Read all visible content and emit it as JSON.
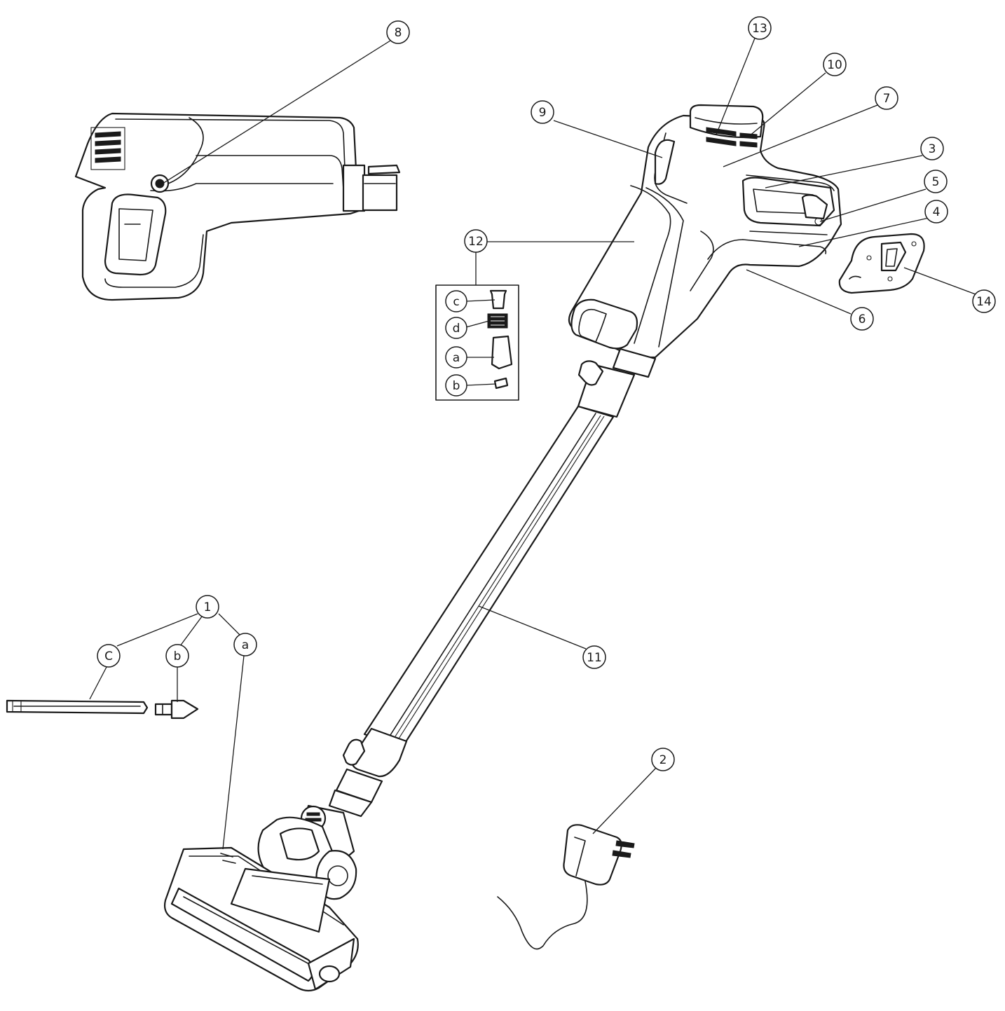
{
  "callouts": {
    "c1": "1",
    "c1a": "a",
    "c1b": "b",
    "c1c": "C",
    "c2": "2",
    "c3": "3",
    "c4": "4",
    "c5": "5",
    "c6": "6",
    "c7": "7",
    "c8": "8",
    "c9": "9",
    "c10": "10",
    "c11": "11",
    "c12": "12",
    "c12a": "a",
    "c12b": "b",
    "c12c": "c",
    "c12d": "d",
    "c13": "13",
    "c14": "14"
  },
  "colors": {
    "line": "#1a1a1a",
    "background": "#ffffff"
  }
}
